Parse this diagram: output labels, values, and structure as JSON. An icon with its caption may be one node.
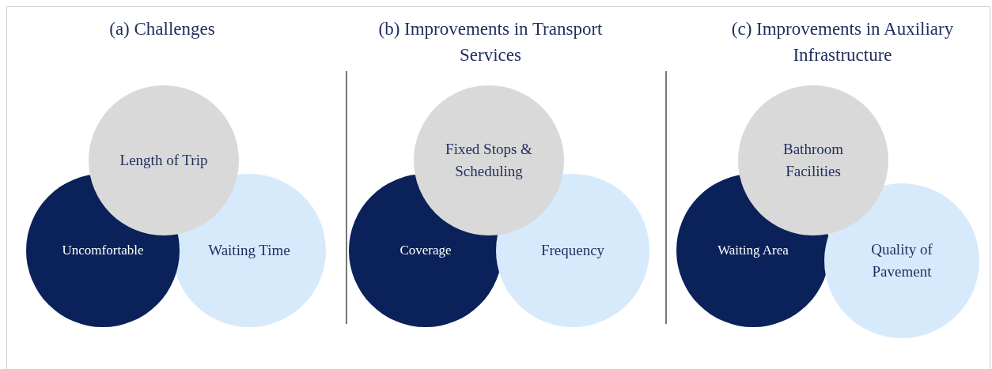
{
  "diagram": {
    "nodes": [
      {
        "text": [
          "Length of Trip"
        ]
      },
      {
        "text": [
          "Uncomfortable"
        ]
      },
      {
        "text": [
          "Waiting Time"
        ]
      },
      {
        "text": [
          "Fixed Stops & Scheduling"
        ]
      },
      {
        "text": [
          "Coverage"
        ]
      },
      {
        "text": [
          "Frequency"
        ]
      },
      {
        "text": [
          "Bathroom Facilities"
        ]
      },
      {
        "text": [
          "Waiting Area"
        ]
      },
      {
        "text": [
          "Quality of Pavement"
        ]
      }
    ],
    "edges": [],
    "labels": [
      "(a) Challenges",
      "(b) Improvements in Transport Services",
      "(c) Improvements in Auxiliary Infrastructure"
    ]
  }
}
